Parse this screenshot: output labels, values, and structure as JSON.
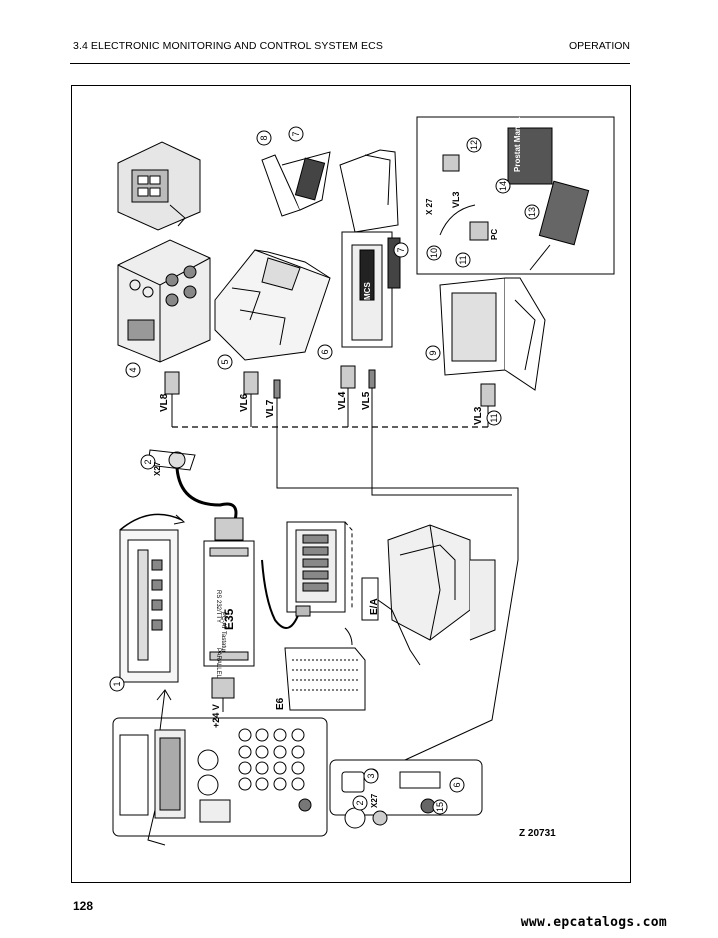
{
  "header": {
    "section_title": "3.4 ELECTRONIC MONITORING AND CONTROL SYSTEM ECS",
    "chapter": "OPERATION"
  },
  "figure": {
    "figure_id": "Z 20731",
    "callouts": [
      "1",
      "2",
      "3",
      "4",
      "5",
      "6",
      "7",
      "8",
      "9",
      "10",
      "11",
      "12",
      "13",
      "14",
      "15"
    ],
    "cable_labels": [
      "VL8",
      "VL6",
      "VL7",
      "VL4",
      "VL5",
      "VL3",
      "VL3"
    ],
    "connector_labels": [
      "X27",
      "X 27",
      "X27",
      "PC",
      "E/A",
      "E35",
      "E6",
      "+24 V"
    ],
    "module_text": {
      "e35_port_top": "RS 232/TTY",
      "e35_port_mid": "PC-AT Tastatur",
      "e35_port_bottom": "PARALLEL",
      "manual_title": "Prostat Manual",
      "mcs_label": "MCS"
    }
  },
  "page_number": "128",
  "footer_url": "www.epcatalogs.com"
}
